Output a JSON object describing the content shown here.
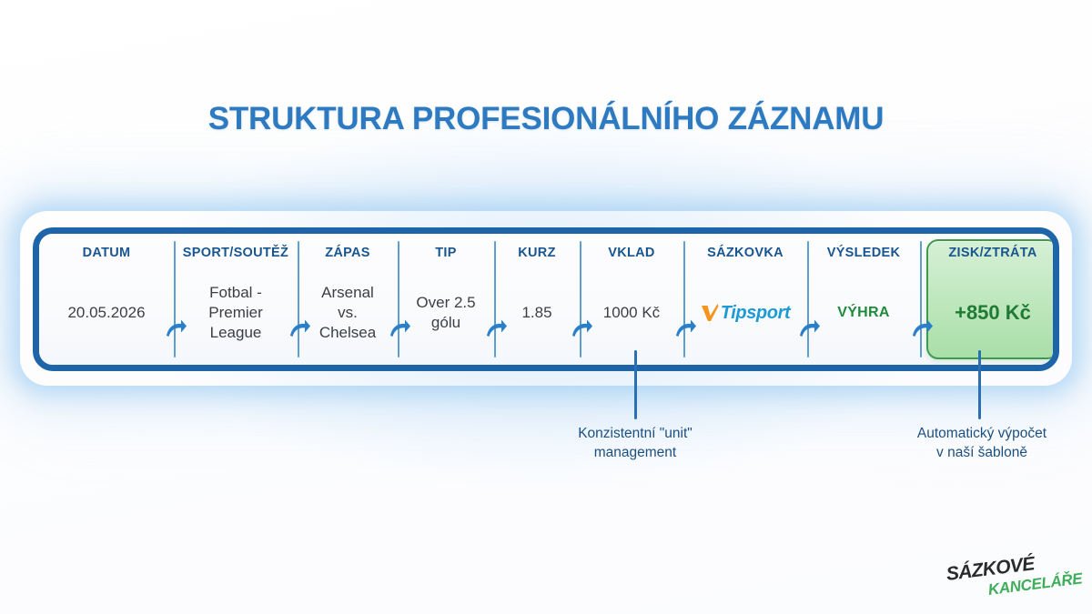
{
  "title": "STRUKTURA PROFESIONÁLNÍHO ZÁZNAMU",
  "table": {
    "columns": [
      {
        "header": "DATUM",
        "value": "20.05.2026",
        "width": 148
      },
      {
        "header": "SPORT/SOUTĚŽ",
        "value": "Fotbal -\nPremier\nLeague",
        "width": 136
      },
      {
        "header": "ZÁPAS",
        "value": "Arsenal\nvs.\nChelsea",
        "width": 110
      },
      {
        "header": "TIP",
        "value": "Over 2.5\ngólu",
        "width": 106
      },
      {
        "header": "KURZ",
        "value": "1.85",
        "width": 94
      },
      {
        "header": "VKLAD",
        "value": "1000 Kč",
        "width": 114
      },
      {
        "header": "SÁZKOVKA",
        "value": "Tipsport",
        "width": 136
      },
      {
        "header": "VÝSLEDEK",
        "value": "VÝHRA",
        "width": 124
      },
      {
        "header": "ZISK/ZTRÁTA",
        "value": "+850 Kč",
        "width": 160
      }
    ]
  },
  "notes": [
    {
      "text": "Konzistentní \"unit\"\nmanagement"
    },
    {
      "text": "Automatický výpočet\nv naší šabloně"
    }
  ],
  "logo": {
    "line1": "SÁZKOVÉ",
    "line2": "KANCELÁŘE"
  },
  "colors": {
    "title": "#2e7ac0",
    "card_border": "#1d65a8",
    "header_text": "#19558f",
    "divider": "#5e9dd0",
    "arrow": "#2a7fc9",
    "profit_border": "#3f9a4e",
    "profit_text": "#1f7a33",
    "result_text": "#1f8a3b",
    "tipsport_blue": "#1c9ad6",
    "tipsport_orange": "#f7941e",
    "logo_green": "#3fae5a"
  }
}
